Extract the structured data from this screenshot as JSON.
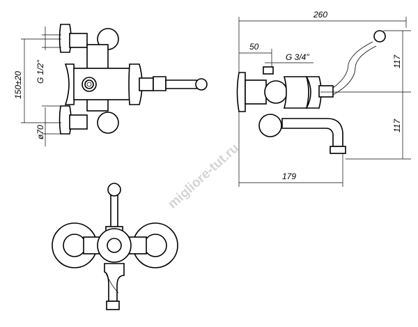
{
  "dimensions": {
    "total_width": "260",
    "inlet_offset": "50",
    "outlet_thread": "G 3/4\"",
    "inlet_thread": "G 1/2\"",
    "center_distance": "150±20",
    "flange_diameter": "ø70",
    "height_upper": "117",
    "height_lower": "117",
    "spout_reach": "179"
  },
  "watermark": "migliore-tut.ru"
}
